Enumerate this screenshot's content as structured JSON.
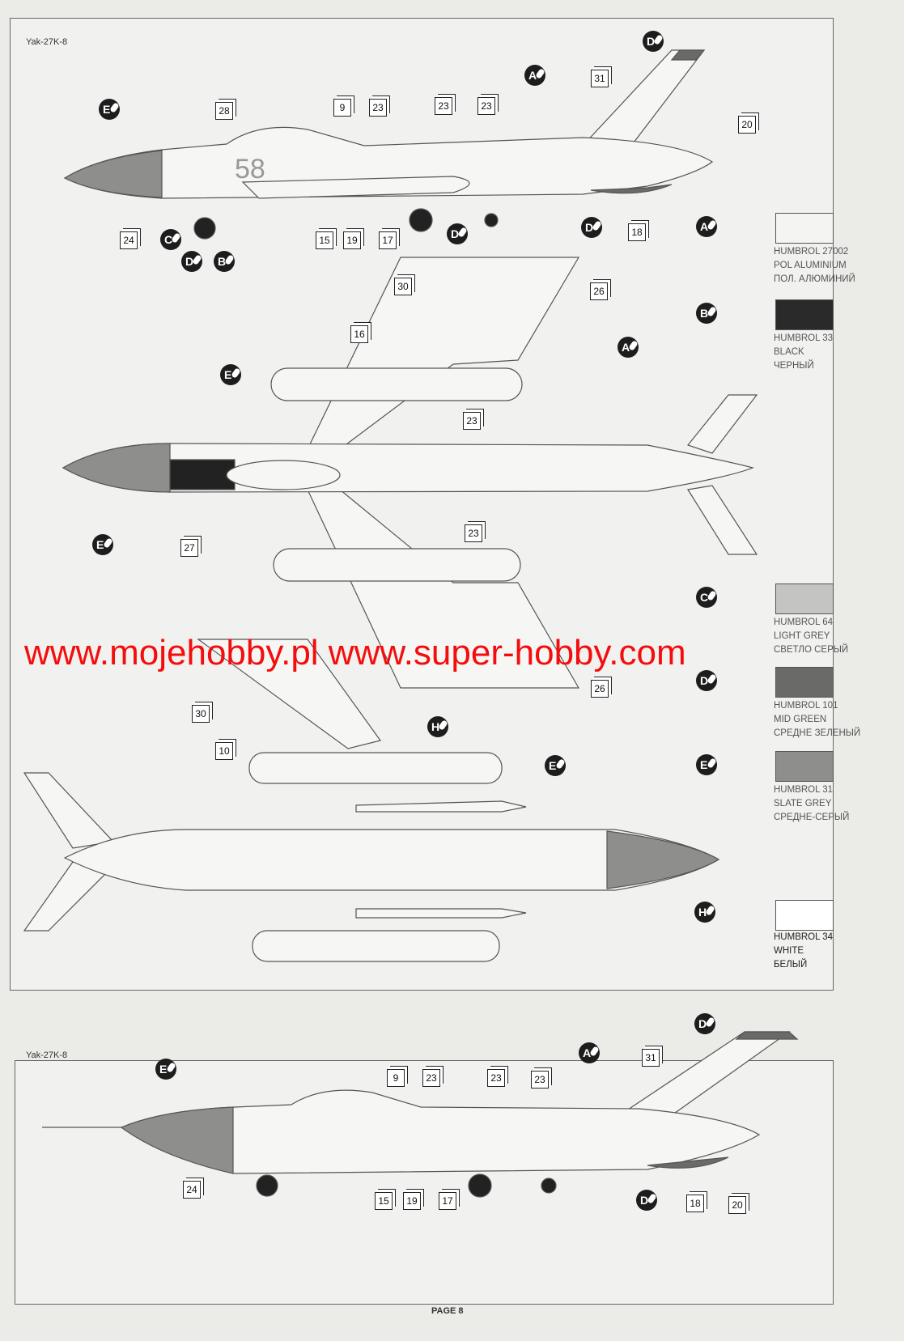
{
  "panel1": {
    "title": "Yak-27K-8",
    "side_callouts": [
      "28",
      "9",
      "23",
      "23",
      "23",
      "31",
      "20",
      "24",
      "15",
      "19",
      "17",
      "18"
    ],
    "side_paints": [
      "E",
      "C",
      "D",
      "B",
      "D",
      "A",
      "D",
      "D"
    ],
    "top_callouts": [
      "30",
      "26",
      "16",
      "23",
      "23",
      "27",
      "26",
      "30",
      "10"
    ],
    "top_paints": [
      "E",
      "A",
      "E",
      "H",
      "E"
    ],
    "side_marking": "58"
  },
  "legend": [
    {
      "letter": "A",
      "code": "HUMBROL 27002",
      "en": "POL ALUMINIUM",
      "ru": "ПОЛ. АЛЮМИНИЙ",
      "color": "#f4f4f2"
    },
    {
      "letter": "B",
      "code": "HUMBROL 33",
      "en": "BLACK",
      "ru": "ЧЕРНЫЙ",
      "color": "#2a2a2a"
    },
    {
      "letter": "C",
      "code": "HUMBROL 64",
      "en": "LIGHT GREY",
      "ru": "СВЕТЛО СЕРЫЙ",
      "color": "#c4c4c2"
    },
    {
      "letter": "D",
      "code": "HUMBROL 101",
      "en": "MID GREEN",
      "ru": "СРЕДНЕ ЗЕЛЕНЫЙ",
      "color": "#6a6a68"
    },
    {
      "letter": "E",
      "code": "HUMBROL 31",
      "en": "SLATE GREY",
      "ru": "СРЕДНЕ-СЕРЫЙ",
      "color": "#8e8e8c"
    },
    {
      "letter": "H",
      "code": "HUMBROL 34",
      "en": "WHITE",
      "ru": "БЕЛЫЙ",
      "color": "#ffffff"
    }
  ],
  "panel2": {
    "title": "Yak-27K-8",
    "callouts": [
      "9",
      "23",
      "23",
      "23",
      "31",
      "24",
      "15",
      "19",
      "17",
      "18",
      "20"
    ],
    "paints": [
      "E",
      "A",
      "D",
      "D"
    ]
  },
  "watermark": "www.mojehobby.pl www.super-hobby.com",
  "page_label": "PAGE 8"
}
